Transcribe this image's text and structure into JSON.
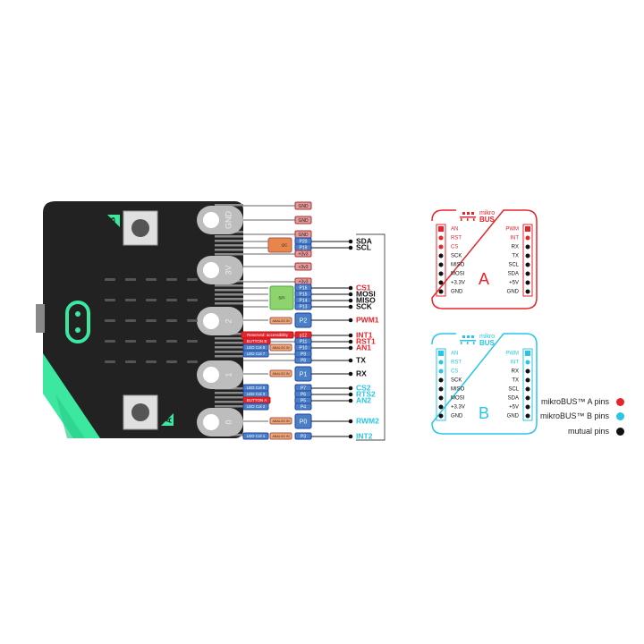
{
  "board": {
    "button_a": "A",
    "button_b": "B",
    "edge_labels": {
      "gnd": "GND",
      "v3": "3V",
      "p2": "2",
      "p1": "1",
      "p0": "0"
    }
  },
  "pin_table": {
    "gnd1": "GND",
    "gnd2": "GND",
    "gnd3": "GND",
    "p20": "P20",
    "p19": "P19",
    "plus3v3a": "+3v3",
    "i2c_label": "I2C",
    "plus3v3b": "+3v3",
    "plus3v3c": "+3v3",
    "p16": "P16",
    "p15": "P15",
    "p14": "P14",
    "p13": "P13",
    "spi_label": "SPI",
    "p2": "P2",
    "analog_label": "ANALOG IN",
    "reserved_label": "Reserved: accessibility",
    "p12": "p12",
    "button_b_label": "BUTTON B",
    "p11": "P11",
    "led_col9": "LED Col 9",
    "p10": "P10",
    "led_col7": "LED Col 7",
    "p9": "P9",
    "p8": "P8",
    "p1": "P1",
    "led_col8": "LED Col 8",
    "p7": "P7",
    "led_col3": "LED Col 3",
    "p6": "P6",
    "button_a_label": "BUTTON A",
    "p5": "P5",
    "led_col2": "LED Col 2",
    "p4": "P4",
    "p0": "P0",
    "led_col1": "LED Col 1",
    "p3": "P3"
  },
  "connections": {
    "sda": "SDA",
    "scl": "SCL",
    "cs1": "CS1",
    "mosi": "MOSI",
    "miso": "MISO",
    "sck": "SCK",
    "pwm1": "PWM1",
    "int1": "INT1",
    "rst1": "RST1",
    "an1": "AN1",
    "tx": "TX",
    "rx": "RX",
    "cs2": "CS2",
    "rts2": "RTS2",
    "an2": "AN2",
    "rwm2": "RWM2",
    "int2": "INT2"
  },
  "mikrobus_a": {
    "logo_top": "mikro",
    "logo_bottom": "BUS",
    "letter": "A",
    "left": [
      "AN",
      "RST",
      "CS",
      "SCK",
      "MISO",
      "MOSI",
      "+3.3V",
      "GND"
    ],
    "right": [
      "PWM",
      "INT",
      "RX",
      "TX",
      "SCL",
      "SDA",
      "+5V",
      "GND"
    ]
  },
  "mikrobus_b": {
    "logo_top": "mikro",
    "logo_bottom": "BUS",
    "letter": "B",
    "left": [
      "AN",
      "RST",
      "CS",
      "SCK",
      "MISO",
      "MOSI",
      "+3.3V",
      "GND"
    ],
    "right": [
      "PWM",
      "INT",
      "RX",
      "TX",
      "SCL",
      "SDA",
      "+5V",
      "GND"
    ]
  },
  "legend": {
    "a_pins": "mikroBUS™ A pins",
    "b_pins": "mikroBUS™ B pins",
    "mutual": "mutual pins"
  },
  "colors": {
    "red": "#e8232a",
    "cyan": "#29c5e6",
    "black": "#111111",
    "board": "#222222",
    "accent": "#3ce8a0"
  }
}
